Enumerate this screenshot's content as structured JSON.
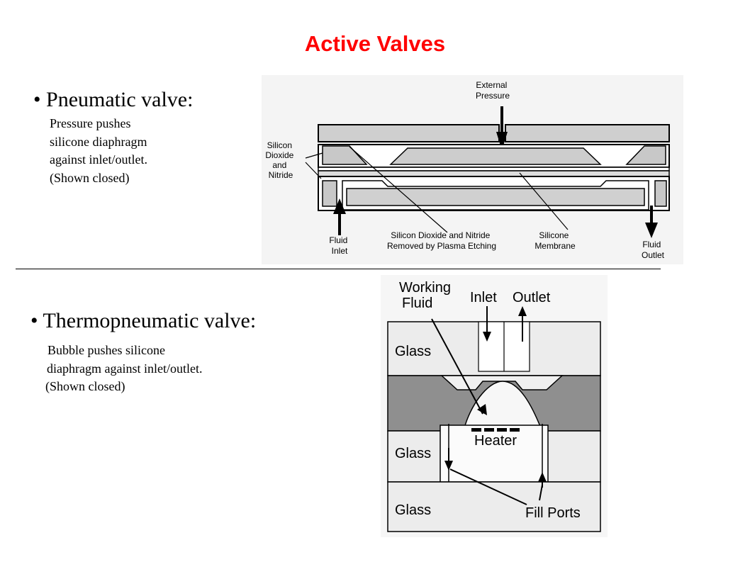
{
  "slide": {
    "title": "Active Valves",
    "title_color": "#ff0000"
  },
  "pneumatic": {
    "heading": "• Pneumatic valve:",
    "lines": [
      "Pressure pushes",
      "silicone diaphragm",
      "against inlet/outlet.",
      "(Shown closed)"
    ],
    "figure": {
      "label_external": [
        "External",
        "Pressure"
      ],
      "label_layers": [
        "Silicon",
        "Dioxide",
        "and",
        "Nitride"
      ],
      "label_inlet": [
        "Fluid",
        "Inlet"
      ],
      "label_removed": [
        "Silicon Dioxide and Nitride",
        "Removed by Plasma Etching"
      ],
      "label_membrane": [
        "Silicone",
        "Membrane"
      ],
      "label_outlet": [
        "Fluid",
        "Outlet"
      ]
    }
  },
  "thermo": {
    "heading": "• Thermopneumatic valve:",
    "lines": [
      "Bubble pushes silicone",
      "diaphragm against inlet/outlet.",
      "(Shown closed)"
    ],
    "figure": {
      "label_working": [
        "Working",
        "Fluid"
      ],
      "label_inlet": "Inlet",
      "label_outlet": "Outlet",
      "label_glass_top": "Glass",
      "label_glass_mid": "Glass",
      "label_glass_bottom": "Glass",
      "label_heater": "Heater",
      "label_fill": "Fill Ports"
    }
  }
}
